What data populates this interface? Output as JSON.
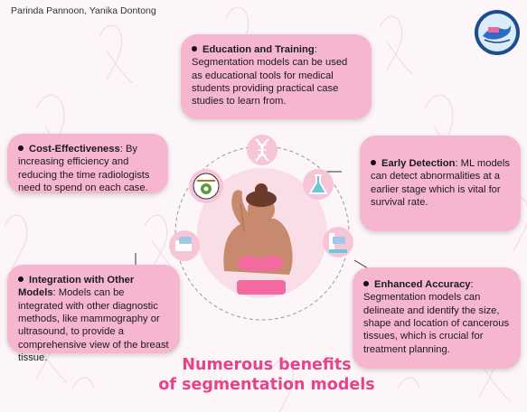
{
  "authors": "Parinda Pannoon, Yanika Dontong",
  "title_line1": "Numerous benefits",
  "title_line2": "of segmentation models",
  "cards": {
    "education": {
      "heading": "Education and Training",
      "sep": ":",
      "body": "Segmentation models can be used as educational tools for medical students providing practical case studies to learn from."
    },
    "cost": {
      "heading": "Cost-Effectiveness",
      "sep": ":",
      "body": "By increasing efficiency and reducing the time radiologists need to spend on each case."
    },
    "early": {
      "heading": "Early Detection",
      "sep": ":",
      "body": "ML models can detect abnormalities at a earlier stage which is vital for survival rate."
    },
    "integration": {
      "heading": "Integration with Other Models",
      "sep": ":",
      "body": "Models can be integrated with other diagnostic methods, like mammography or ultrasound, to provide a comprehensive view of the breast tissue."
    },
    "accuracy": {
      "heading": "Enhanced Accuracy",
      "sep": ":",
      "body": "Segmentation models can delineate and identify the size, shape and location of cancerous tissues, which is crucial for treatment planning."
    }
  },
  "colors": {
    "card": "#f7b6cf",
    "title": "#e8438a",
    "hub_circle": "#f9dde7",
    "icon_circle": "#f6c6d8"
  },
  "icons": {
    "education": "dna-icon",
    "cost": "gear-badge-icon",
    "early": "flask-icon",
    "integration": "device-icon",
    "accuracy": "microscope-icon",
    "center": "woman-figure",
    "logo": "whale-logo"
  }
}
